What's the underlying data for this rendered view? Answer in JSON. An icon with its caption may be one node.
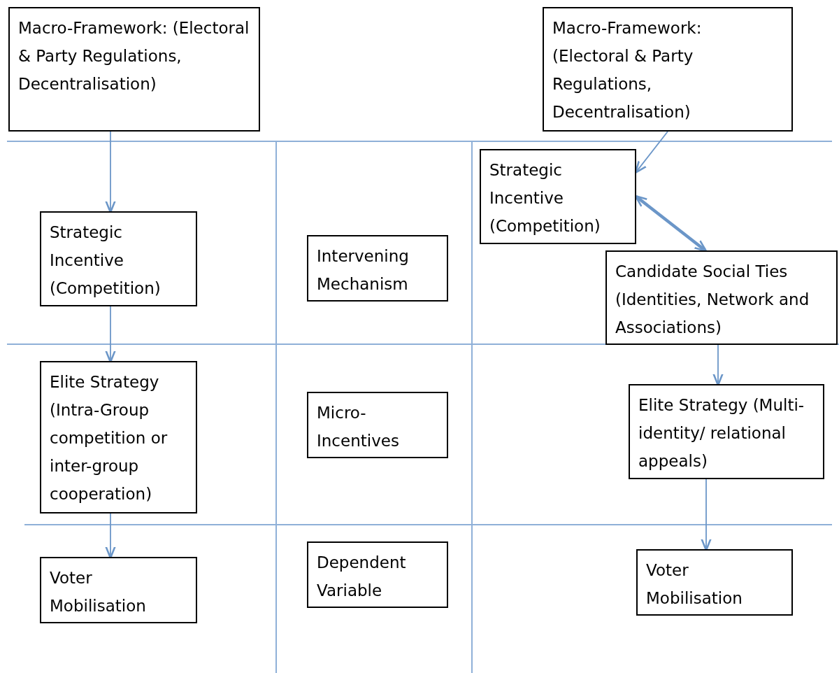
{
  "diagram": {
    "nodes": [
      {
        "text": [
          "Macro-Framework: (Electoral & Party Regulations, Decentralisation)"
        ]
      },
      {
        "text": [
          "Macro-Framework: (Electoral & Party Regulations, Decentralisation)"
        ]
      },
      {
        "text": [
          "Strategic Incentive (Competition)"
        ]
      },
      {
        "text": [
          "Intervening Mechanism"
        ]
      },
      {
        "text": [
          "Strategic Incentive (Competition)"
        ]
      },
      {
        "text": [
          "Candidate Social Ties (Identities, Network and Associations)"
        ]
      },
      {
        "text": [
          "Elite Strategy (Intra-Group competition or inter-group cooperation)"
        ]
      },
      {
        "text": [
          "Micro-Incentives"
        ]
      },
      {
        "text": [
          "Elite Strategy (Multi-identity/ relational appeals)"
        ]
      },
      {
        "text": [
          "Voter Mobilisation"
        ]
      },
      {
        "text": [
          "Dependent Variable"
        ]
      },
      {
        "text": [
          "Voter Mobilisation"
        ]
      }
    ],
    "edges": [
      {
        "from": 0,
        "to": 2,
        "arrow": "to"
      },
      {
        "from": 2,
        "to": 6,
        "arrow": "to"
      },
      {
        "from": 6,
        "to": 9,
        "arrow": "to"
      },
      {
        "from": 1,
        "to": 4,
        "arrow": "to"
      },
      {
        "from": 4,
        "to": 5,
        "arrow": "both",
        "style": "thick"
      },
      {
        "from": 5,
        "to": 8,
        "arrow": "to"
      },
      {
        "from": 8,
        "to": 11,
        "arrow": "to"
      }
    ]
  }
}
